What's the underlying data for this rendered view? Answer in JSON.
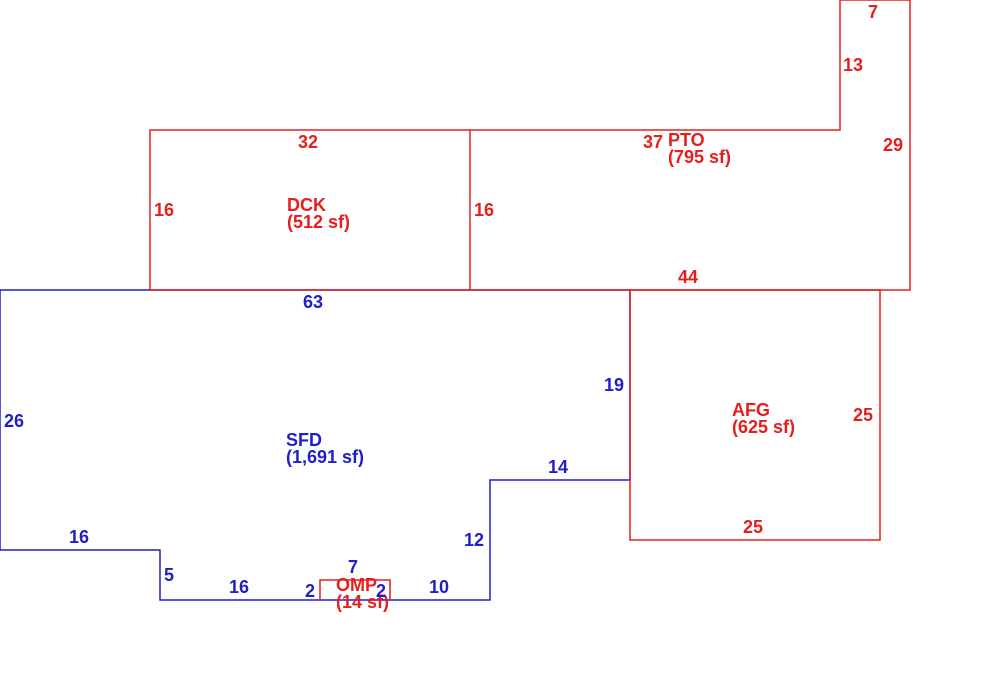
{
  "colors": {
    "living": "#1f1fc8",
    "improvement": "#e61e1e",
    "background": "#ffffff"
  },
  "areas": {
    "sfd": {
      "code": "SFD",
      "size": "(1,691 sf)"
    },
    "dck": {
      "code": "DCK",
      "size": "(512 sf)"
    },
    "pto": {
      "code": "PTO",
      "size": "(795 sf)"
    },
    "afg": {
      "code": "AFG",
      "size": "(625 sf)"
    },
    "omp": {
      "code": "OMP",
      "size": "(14 sf)"
    }
  },
  "dimensions": {
    "sfd": {
      "top": "63",
      "left": "26",
      "bottom_left": "16",
      "step_down": "5",
      "bottom_mid": "16",
      "porch_left": "2",
      "porch_top": "7",
      "porch_right": "2",
      "bottom_right": "10",
      "notch_right": "12",
      "notch_top": "14",
      "right": "19"
    },
    "dck": {
      "top": "32",
      "left": "16",
      "right": "16"
    },
    "pto": {
      "top": "37",
      "right": "29",
      "tab_top": "7",
      "tab_side": "13",
      "bottom": "44"
    },
    "afg": {
      "right": "25",
      "bottom": "25"
    }
  }
}
